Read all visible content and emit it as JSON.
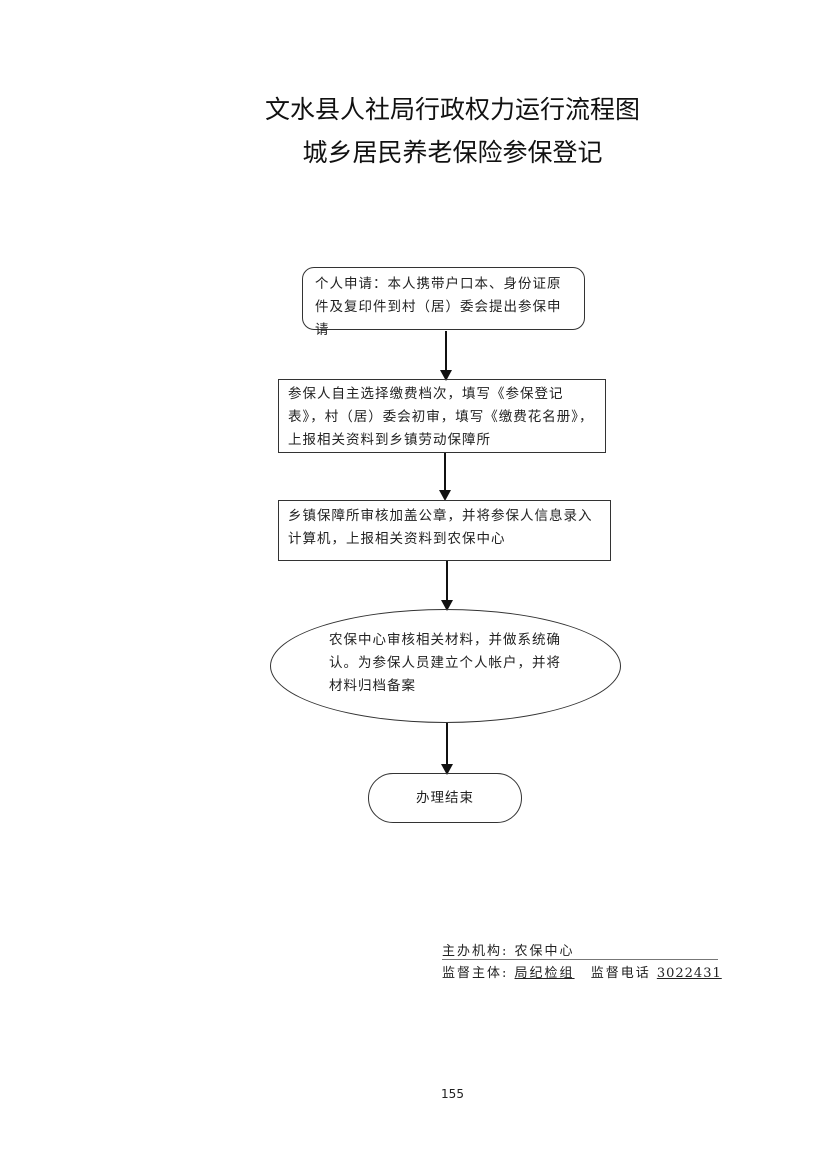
{
  "title": "文水县人社局行政权力运行流程图",
  "subtitle": "城乡居民养老保险参保登记",
  "steps": [
    "个人申请：本人携带户口本、身份证原件及复印件到村（居）委会提出参保申请",
    "参保人自主选择缴费档次，填写《参保登记表》，村（居）委会初审，填写《缴费花名册》，上报相关资料到乡镇劳动保障所",
    "乡镇保障所审核加盖公章，并将参保人信息录入计算机，上报相关资料到农保中心",
    "农保中心审核相关材料，并做系统确认。为参保人员建立个人帐户，并将材料归档备案",
    "办理结束"
  ],
  "footer": {
    "org_label": "主办机构:",
    "org": "农保中心",
    "sup_label": "监督主体:",
    "sup": "局纪检组",
    "phone_label": "监督电话",
    "phone": "3022431"
  },
  "page_number": "155"
}
